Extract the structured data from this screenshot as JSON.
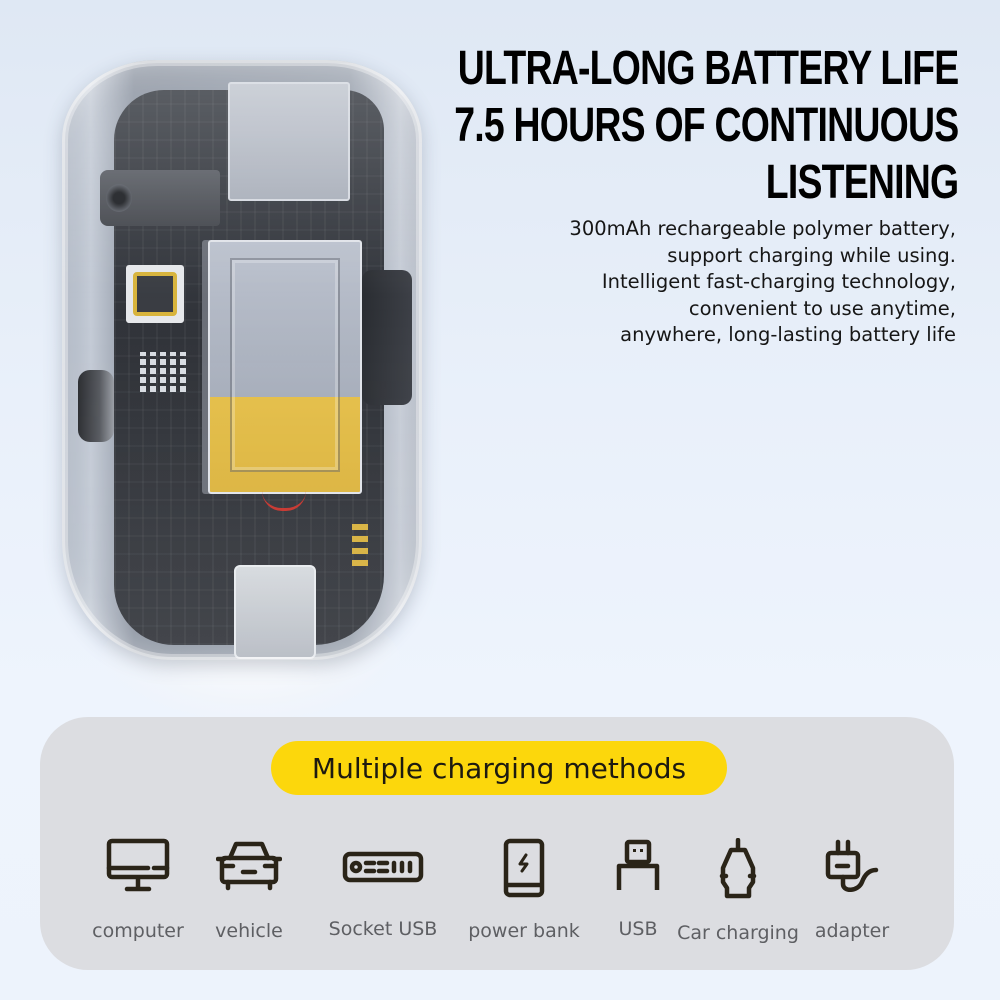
{
  "headline": {
    "lines": [
      "ULTRA-LONG BATTERY LIFE",
      "7.5 HOURS OF CONTINUOUS",
      "LISTENING"
    ]
  },
  "description": {
    "lines": [
      "300mAh rechargeable polymer battery,",
      "support charging while using.",
      "Intelligent fast-charging technology,",
      "convenient to use anytime,",
      "anywhere, long-lasting battery life"
    ]
  },
  "product_image": {
    "subject": "transparent-case-charging-device-internals"
  },
  "charging_panel": {
    "title": "Multiple charging methods",
    "title_bg_color": "#fcd70c",
    "panel_bg_color": "#dcdde1",
    "methods": [
      {
        "icon": "monitor-icon",
        "label": "computer"
      },
      {
        "icon": "car-icon",
        "label": "vehicle"
      },
      {
        "icon": "socket-usb-icon",
        "label": "Socket USB"
      },
      {
        "icon": "power-bank-icon",
        "label": "power bank"
      },
      {
        "icon": "usb-plug-icon",
        "label": "USB"
      },
      {
        "icon": "car-charger-icon",
        "label": "Car charging"
      },
      {
        "icon": "plug-adapter-icon",
        "label": "adapter"
      }
    ]
  },
  "colors": {
    "icon_stroke": "#2a2418",
    "label_text": "#5e5f63",
    "background": "#eaf1fb"
  }
}
